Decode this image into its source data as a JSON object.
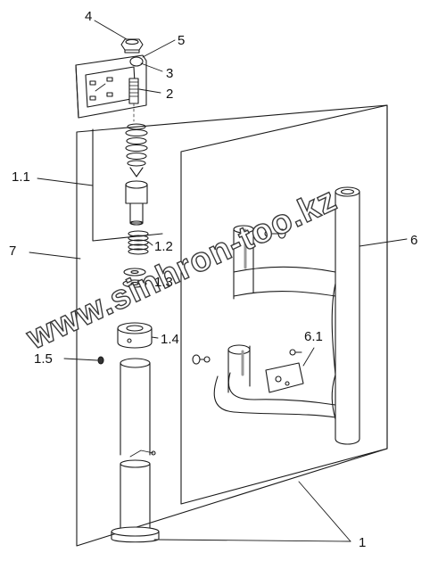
{
  "callouts": [
    {
      "id": "4",
      "text": "4"
    },
    {
      "id": "5",
      "text": "5"
    },
    {
      "id": "3",
      "text": "3"
    },
    {
      "id": "2",
      "text": "2"
    },
    {
      "id": "1-1",
      "text": "1.1"
    },
    {
      "id": "1-2",
      "text": "1.2"
    },
    {
      "id": "1-3",
      "text": "1.3"
    },
    {
      "id": "1-4",
      "text": "1.4"
    },
    {
      "id": "1-5",
      "text": "1.5"
    },
    {
      "id": "7",
      "text": "7"
    },
    {
      "id": "6",
      "text": "6"
    },
    {
      "id": "6-1",
      "text": "6.1"
    },
    {
      "id": "1",
      "text": "1"
    }
  ],
  "watermark": "www.sinhron-too.kz",
  "colors": {
    "line": "#1a1a1a",
    "shade": "#9a9a9a",
    "paper": "#ffffff"
  }
}
